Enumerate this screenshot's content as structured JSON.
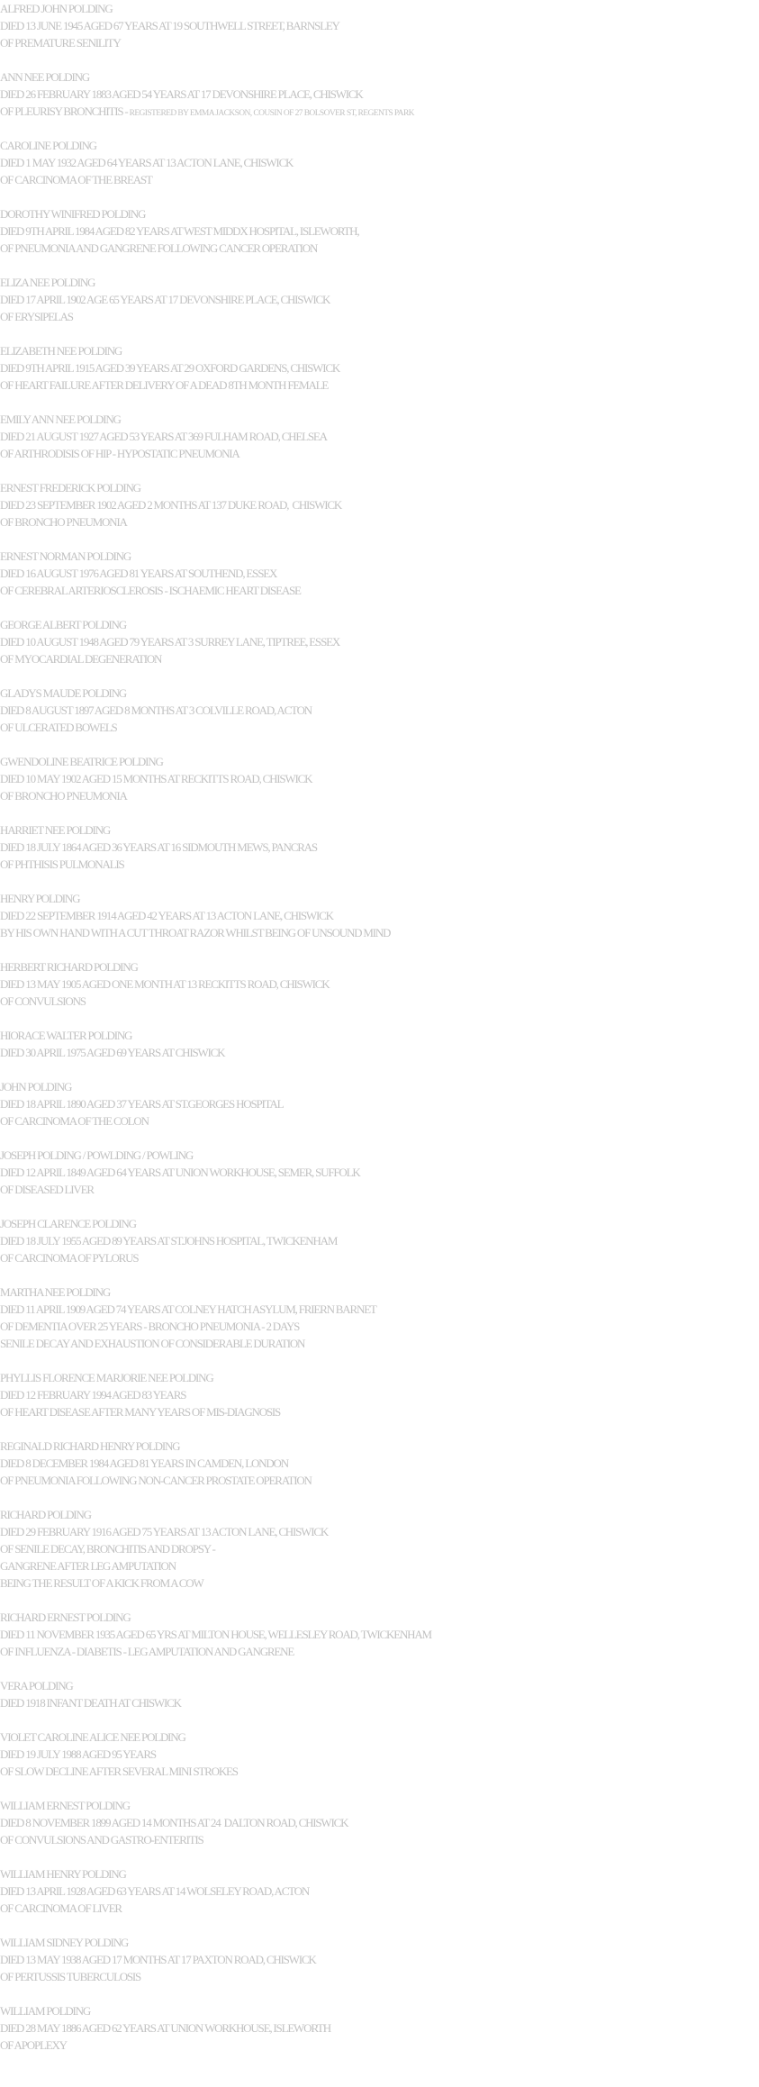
{
  "entries": [
    {
      "name": "ALFRED JOHN POLDING",
      "lines": [
        "DIED 13 JUNE 1945 AGED 67 YEARS AT 19 SOUTHWELL STREET, BARNSLEY",
        "OF PREMATURE SENILITY"
      ]
    },
    {
      "name": "ANN NEE POLDING",
      "lines": [
        "DIED 26 FEBRUARY 1883 AGED 54 YEARS AT 17 DEVONSHIRE PLACE, CHISWICK",
        "OF PLEURISY BRONCHITIS - "
      ],
      "note": "REGISTERED BY EMMA JACKSON, COUSIN OF 27 BOLSOVER ST, REGENTS PARK"
    },
    {
      "name": "CAROLINE POLDING",
      "lines": [
        "DIED 1 MAY 1932 AGED 64 YEARS AT 13 ACTON LANE, CHISWICK",
        "OF CARCINOMA OF THE BREAST"
      ]
    },
    {
      "name": "DOROTHY WINIFRED POLDING",
      "lines": [
        "DIED 9TH APRIL 1984 AGED 82 YEARS AT WEST MIDDX HOSPITAL, ISLEWORTH,",
        "OF PNEUMONIA AND GANGRENE FOLLOWING CANCER OPERATION"
      ]
    },
    {
      "name": "ELIZA NEE POLDING",
      "lines": [
        "DIED 17 APRIL 1902 AGE 65 YEARS AT 17 DEVONSHIRE PLACE, CHISWICK",
        "OF ERYSIPELAS"
      ]
    },
    {
      "name": "ELIZABETH NEE POLDING",
      "lines": [
        "DIED 9TH APRIL 1915 AGED 39 YEARS AT 29 OXFORD GARDENS, CHISWICK",
        "OF HEART FAILURE AFTER DELIVERY OF A DEAD 8TH MONTH FEMALE"
      ]
    },
    {
      "name": "EMILY ANN NEE POLDING",
      "lines": [
        "DIED 21 AUGUST 1927 AGED 53 YEARS AT 369 FULHAM ROAD, CHELSEA",
        "OF ARTHRODISIS OF HIP - HYPOSTATIC PNEUMONIA"
      ]
    },
    {
      "name": "ERNEST FREDERICK POLDING",
      "lines": [
        "DIED 23 SEPTEMBER 1902 AGED 2 MONTHS AT 137 DUKE ROAD,  CHISWICK",
        "OF BRONCHO PNEUMONIA"
      ]
    },
    {
      "name": "ERNEST NORMAN POLDING",
      "lines": [
        "DIED 16 AUGUST 1976 AGED 81 YEARS AT SOUTHEND, ESSEX",
        "OF CEREBRAL ARTERIOSCLEROSIS - ISCHAEMIC HEART DISEASE"
      ]
    },
    {
      "name": "GEORGE ALBERT POLDING",
      "lines": [
        "DIED 10 AUGUST 1948 AGED 79 YEARS AT 3 SURREY LANE, TIPTREE, ESSEX",
        "OF MYOCARDIAL DEGENERATION"
      ]
    },
    {
      "name": "GLADYS MAUDE POLDING",
      "lines": [
        "DIED 8 AUGUST 1897 AGED 8 MONTHS AT 3 COLVILLE ROAD, ACTON",
        "OF ULCERATED BOWELS"
      ]
    },
    {
      "name": "GWENDOLINE BEATRICE POLDING",
      "lines": [
        "DIED 10 MAY 1902 AGED 15 MONTHS AT RECKITTS ROAD, CHISWICK",
        "OF BRONCHO PNEUMONIA"
      ]
    },
    {
      "name": "HARRIET NEE POLDING",
      "lines": [
        "DIED 18 JULY 1864 AGED 36 YEARS AT 16 SIDMOUTH MEWS, PANCRAS",
        "OF PHTHISIS PULMONALIS"
      ]
    },
    {
      "name": "HENRY POLDING",
      "lines": [
        "DIED 22 SEPTEMBER 1914 AGED 42 YEARS AT 13 ACTON LANE, CHISWICK",
        "BY HIS OWN HAND WITH A CUT THROAT RAZOR WHILST BEING OF UNSOUND MIND"
      ]
    },
    {
      "name": "HERBERT RICHARD POLDING",
      "lines": [
        "DIED 13 MAY 1905 AGED ONE MONTH AT 13 RECKITTS ROAD, CHISWICK",
        "OF CONVULSIONS"
      ]
    },
    {
      "name": "HIORACE WALTER POLDING",
      "lines": [
        "DIED 30 APRIL 1975 AGED 69 YEARS AT CHISWICK"
      ]
    },
    {
      "name": "JOHN POLDING",
      "lines": [
        "DIED 18 APRIL 1890 AGED 37 YEARS AT ST.GEORGES HOSPITAL",
        "OF CARCINOMA OF THE COLON"
      ]
    },
    {
      "name": "JOSEPH POLDING / POWLDING / POWLING",
      "lines": [
        "DIED 12 APRIL 1849 AGED 64 YEARS AT UNION WORKHOUSE, SEMER, SUFFOLK",
        "OF DISEASED LIVER"
      ]
    },
    {
      "name": "JOSEPH CLARENCE POLDING",
      "lines": [
        "DIED 18 JULY 1955 AGED 89 YEARS AT ST.JOHNS HOSPITAL, TWICKENHAM",
        "OF CARCINOMA OF PYLORUS"
      ]
    },
    {
      "name": "MARTHA NEE POLDING",
      "lines": [
        "DIED 11 APRIL 1909 AGED 74 YEARS AT COLNEY HATCH ASYLUM, FRIERN BARNET",
        "OF DEMENTIA OVER 25 YEARS - BRONCHO PNEUMONIA - 2 DAYS",
        "SENILE DECAY AND EXHAUSTION OF CONSIDERABLE DURATION"
      ]
    },
    {
      "name": "PHYLLIS FLORENCE MARJORIE NEE POLDING",
      "lines": [
        "DIED 12 FEBRUARY 1994 AGED 83 YEARS",
        "OF HEART DISEASE AFTER MANY YEARS OF MIS-DIAGNOSIS"
      ]
    },
    {
      "name": "REGINALD RICHARD HENRY POLDING",
      "lines": [
        "DIED 8 DECEMBER 1984 AGED 81 YEARS IN CAMDEN, LONDON",
        "OF PNEUMONIA FOLLOWING NON-CANCER PROSTATE OPERATION"
      ]
    },
    {
      "name": "RICHARD POLDING",
      "lines": [
        "DIED 29 FEBRUARY 1916 AGED 75 YEARS AT 13 ACTON LANE, CHISWICK",
        "OF SENILE DECAY, BRONCHITIS AND DROPSY -",
        "GANGRENE AFTER LEG AMPUTATION",
        "BEING THE RESULT OF A KICK FROM A COW"
      ]
    },
    {
      "name": "RICHARD ERNEST POLDING",
      "lines": [
        "DIED 11 NOVEMBER 1935 AGED 65 YRS AT MILTON HOUSE, WELLESLEY ROAD, TWICKENHAM",
        "OF INFLUENZA - DIABETIS - LEG AMPUTATION AND GANGRENE"
      ]
    },
    {
      "name": "VERA POLDING",
      "lines": [
        "DIED 1918 INFANT DEATH AT CHISWICK"
      ]
    },
    {
      "name": "VIOLET CAROLINE ALICE NEE POLDING",
      "lines": [
        "DIED 19 JULY 1988 AGED 95 YEARS",
        "OF SLOW DECLINE AFTER SEVERAL MINI STROKES"
      ]
    },
    {
      "name": "WILLIAM ERNEST POLDING",
      "lines": [
        "DIED 8 NOVEMBER 1899 AGED 14 MONTHS AT 24  DALTON ROAD, CHISWICK",
        "OF CONVULSIONS AND GASTRO-ENTERITIS"
      ]
    },
    {
      "name": "WILLIAM HENRY POLDING",
      "lines": [
        "DIED 13 APRIL 1928 AGED 63 YEARS AT 14 WOLSELEY ROAD, ACTON",
        "OF CARCINOMA OF LIVER"
      ]
    },
    {
      "name": "WILLIAM SIDNEY POLDING",
      "lines": [
        "DIED 13 MAY 1938 AGED 17 MONTHS AT 17 PAXTON ROAD, CHISWICK",
        "OF PERTUSSIS TUBERCULOSIS"
      ]
    },
    {
      "name": "WILLIAM POLDING",
      "lines": [
        "DIED 28 MAY 1886 AGED 62 YEARS AT UNION WORKHOUSE, ISLEWORTH",
        "OF APOPLEXY"
      ]
    }
  ]
}
